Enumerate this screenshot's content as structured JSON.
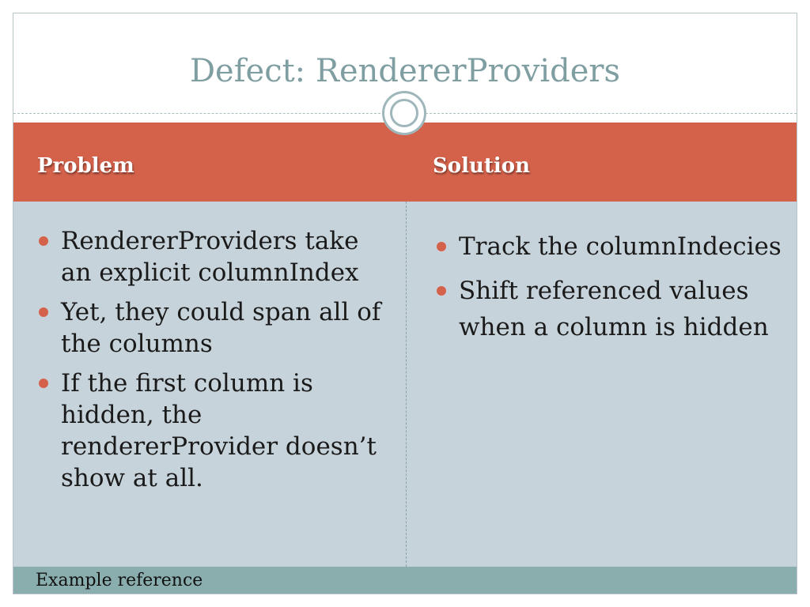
{
  "slide": {
    "title": "Defect: RendererProviders"
  },
  "table": {
    "columns": [
      {
        "header": "Problem",
        "bullets": [
          "RendererProviders take an explicit columnIndex",
          "Yet, they could span all of the columns",
          "If the first column is hidden, the rendererProvider doesn’t show at all."
        ]
      },
      {
        "header": "Solution",
        "bullets": [
          "Track the columnIndecies",
          "Shift referenced values when a column is hidden"
        ]
      }
    ]
  },
  "footer": {
    "text": "Example reference"
  },
  "colors": {
    "title": "#7f9ea1",
    "header_band": "#d4624b",
    "body_band": "#c7d3da",
    "footer_band": "#8aaeae",
    "bullet": "#d4624b"
  }
}
